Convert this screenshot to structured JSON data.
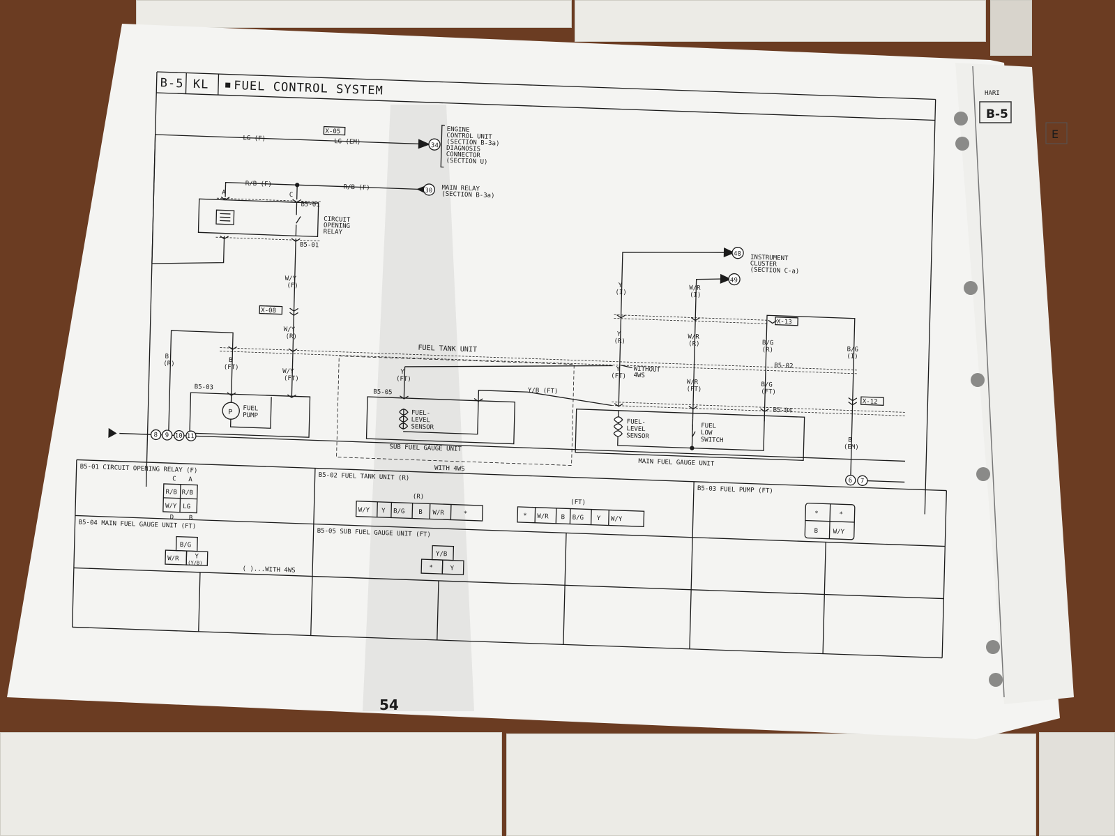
{
  "header": {
    "section": "B-5",
    "model": "KL",
    "title": "FUEL CONTROL SYSTEM"
  },
  "side_tab": {
    "top": "HARI",
    "code": "B-5",
    "letter": "E"
  },
  "destinations": {
    "ecu": {
      "num": "34",
      "lines": [
        "ENGINE",
        "CONTROL UNIT",
        "(SECTION B-3a)",
        "DIAGNOSIS",
        "CONNECTOR",
        "(SECTION U)"
      ]
    },
    "main_relay": {
      "num": "30",
      "lines": [
        "MAIN RELAY",
        "(SECTION B-3a)"
      ]
    },
    "cluster_a": {
      "num": "48"
    },
    "cluster_b": {
      "num": "49"
    },
    "cluster_lines": [
      "INSTRUMENT",
      "CLUSTER",
      "(SECTION C-a)"
    ]
  },
  "wires": {
    "lg_f": "LG (F)",
    "lg_em": "LG (EM)",
    "rb_f": "R/B (F)",
    "wy": "W/Y",
    "f": "(F)",
    "r": "(R)",
    "ft": "(FT)",
    "i": "(I)",
    "em": "(EM)",
    "b": "B",
    "y": "Y",
    "wr": "W/R",
    "bg": "B/G",
    "yb_ft": "Y/B (FT)"
  },
  "junctions": {
    "x05": "X-05",
    "x08": "X-08",
    "x13": "X-13",
    "x12": "X-12"
  },
  "components": {
    "relay": {
      "ref": "B5-01",
      "lines": [
        "CIRCUIT",
        "OPENING",
        "RELAY"
      ],
      "pin_a": "A",
      "pin_c": "C"
    },
    "pump": {
      "ref": "B5-03",
      "lines": [
        "FUEL",
        "PUMP"
      ],
      "symbol": "P"
    },
    "sub_sensor": {
      "ref": "B5-05",
      "lines": [
        "FUEL-",
        "LEVEL",
        "SENSOR"
      ],
      "unit": "SUB FUEL GAUGE UNIT"
    },
    "main_sensor": {
      "lines": [
        "FUEL-",
        "LEVEL",
        "SENSOR"
      ]
    },
    "low_switch": {
      "lines": [
        "FUEL",
        "LOW",
        "SWITCH"
      ]
    },
    "main_unit": {
      "ref": "B5-04",
      "name": "MAIN FUEL GAUGE UNIT"
    },
    "tank_unit": "FUEL TANK UNIT",
    "tank_conn": "B5-02",
    "with_4ws": "WITH 4WS",
    "without_4ws": [
      "WITHOUT",
      "4WS"
    ]
  },
  "grounds": {
    "left": [
      "8",
      "9",
      "10",
      "11"
    ],
    "right": [
      "6",
      "7"
    ]
  },
  "connectors": {
    "b501": {
      "title": "B5-01 CIRCUIT OPENING RELAY (F)",
      "top": [
        "C",
        "A"
      ],
      "bottom": [
        "D",
        "B"
      ],
      "cells": [
        "R/B",
        "R/B",
        "W/Y",
        "LG"
      ]
    },
    "b502": {
      "title": "B5-02 FUEL TANK UNIT (R)",
      "tag_r": "(R)",
      "tag_ft": "(FT)",
      "left": [
        "W/Y",
        "Y",
        "B/G",
        "B",
        "W/R",
        "*"
      ],
      "right": [
        "*",
        "W/R",
        "B",
        "B/G",
        "Y",
        "W/Y"
      ]
    },
    "b503": {
      "title": "B5-03 FUEL PUMP (FT)",
      "cells": [
        "*",
        "*",
        "B",
        "W/Y"
      ]
    },
    "b504": {
      "title": "B5-04 MAIN FUEL GAUGE UNIT (FT)",
      "top": "B/G",
      "left": "W/R",
      "right": "Y",
      "right_sub": "(Y/B)"
    },
    "b505": {
      "title": "B5-05 SUB FUEL GAUGE UNIT (FT)",
      "top": "Y/B",
      "left": "*",
      "right": "Y"
    },
    "note": "( )...WITH 4WS"
  },
  "page_number": "54"
}
